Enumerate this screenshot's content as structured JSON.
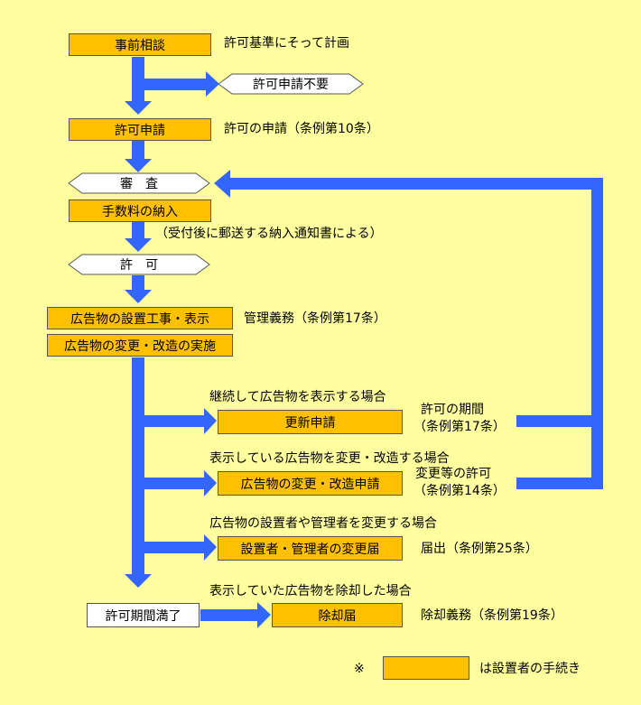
{
  "steps": {
    "prior_consultation": "事前相談",
    "permit_application": "許可申請",
    "fee_payment": "手数料の納入",
    "installation": "広告物の設置工事・表示",
    "modification_work": "広告物の変更・改造の実施",
    "renewal": "更新申請",
    "change_application": "広告物の変更・改造申請",
    "owner_change": "設置者・管理者の変更届",
    "removal": "除却届",
    "expiry": "許可期間満了"
  },
  "decisions": {
    "not_required": "許可申請不要",
    "review": "審　査",
    "permit": "許　可"
  },
  "notes": {
    "plan": "許可基準にそって計画",
    "application": "許可の申請（条例第10条）",
    "mailing": "（受付後に郵送する納入通知書による）",
    "management": "管理義務（条例第17条）",
    "continue_case": "継続して広告物を表示する場合",
    "period_1": "許可の期間",
    "period_2": "（条例第17条）",
    "modify_case": "表示している広告物を変更・改造する場合",
    "change_permit_1": "変更等の許可",
    "change_permit_2": "（条例第14条）",
    "owner_case": "広告物の設置者や管理者を変更する場合",
    "notification": "届出（条例第25条）",
    "removal_case": "表示していた広告物を除却した場合",
    "removal_duty": "除却義務（条例第19条）"
  },
  "legend": {
    "mark": "※",
    "text": "は設置者の手続き"
  },
  "colors": {
    "background": "#FFFFA0",
    "procedure_box": "#FFC000",
    "arrow": "#3366FF"
  }
}
